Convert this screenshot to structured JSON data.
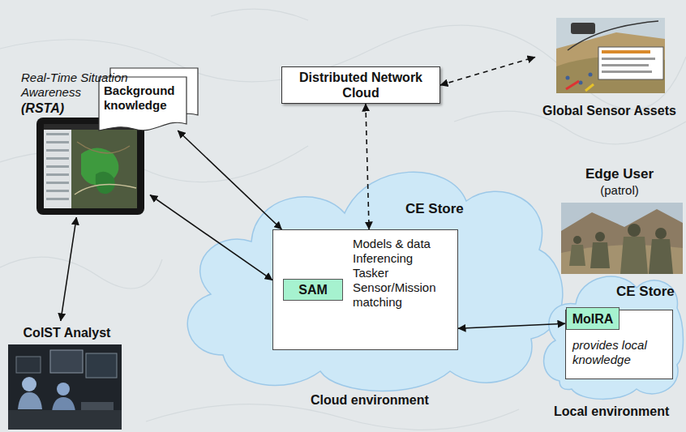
{
  "diagram": {
    "nodes": [
      {
        "text": [
          "Background knowledge"
        ]
      },
      {
        "text": [
          "Distributed Network Cloud"
        ]
      },
      {
        "text": [
          "Global Sensor Assets"
        ]
      },
      {
        "text": [
          "Real-Time Situation Awareness",
          "(RSTA)"
        ]
      },
      {
        "text": [
          "ColST Analyst"
        ]
      },
      {
        "text": [
          "CE Store",
          "Cloud environment"
        ]
      },
      {
        "text": [
          "Models & data",
          "Inferencing",
          "Tasker",
          "Sensor/Mission matching"
        ],
        "in": 5
      },
      {
        "text": [
          "SAM"
        ],
        "in": 6
      },
      {
        "text": [
          "Edge User",
          "(patrol)"
        ]
      },
      {
        "text": [
          "CE Store",
          "Local environment"
        ]
      },
      {
        "text": [
          "provides local knowledge"
        ],
        "in": 9
      },
      {
        "text": [
          "MoIRA"
        ],
        "in": 10
      }
    ],
    "edges": [
      {
        "from": 0,
        "to": 6,
        "arrow": "both"
      },
      {
        "from": 1,
        "to": 6,
        "arrow": "both"
      },
      {
        "from": 1,
        "to": 2,
        "arrow": "both"
      },
      {
        "from": 3,
        "to": 6,
        "arrow": "both"
      },
      {
        "from": 4,
        "to": 3,
        "arrow": "both"
      },
      {
        "from": 6,
        "to": 10,
        "arrow": "both"
      }
    ]
  }
}
